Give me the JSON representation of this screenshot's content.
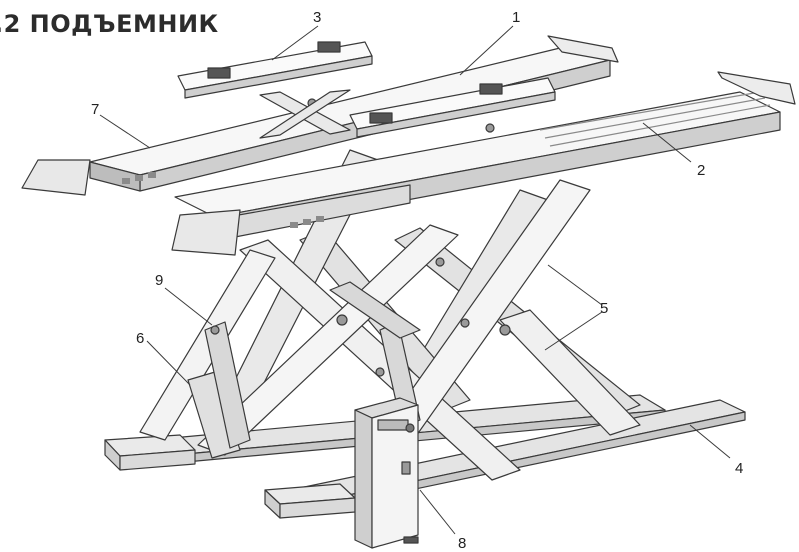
{
  "title": ".2 ПОДЪЕМНИК",
  "callouts": [
    {
      "id": "c1",
      "text": "1"
    },
    {
      "id": "c2",
      "text": "2"
    },
    {
      "id": "c3",
      "text": "3"
    },
    {
      "id": "c4",
      "text": "4"
    },
    {
      "id": "c5",
      "text": "5"
    },
    {
      "id": "c6",
      "text": "6"
    },
    {
      "id": "c7",
      "text": "7"
    },
    {
      "id": "c8",
      "text": "8"
    },
    {
      "id": "c9",
      "text": "9"
    }
  ],
  "colors": {
    "line": "#3a3a3a",
    "fill": "#f2f2f2",
    "shade": "#d4d4d4",
    "dark": "#9a9a9a"
  }
}
